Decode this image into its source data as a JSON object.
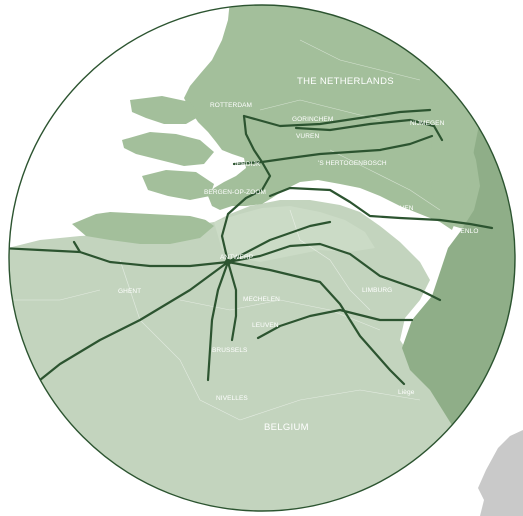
{
  "map": {
    "country_labels": {
      "netherlands": "THE NETHERLANDS",
      "belgium": "BELGIUM"
    },
    "city_labels": {
      "rotterdam": "ROTTERDAM",
      "gorinchem": "GORINCHEM",
      "vuren": "VUREN",
      "nijmegen": "NIJMEGEN",
      "moerdijk": "MOERDIJK",
      "shertogenbosch": "'S HERTOGENBOSCH",
      "bergen_op_zoom": "BERGEN-OP-ZOOM",
      "eindhoven": "EINDHOVEN",
      "venlo": "VENLO",
      "antwerp": "ANTWERP",
      "ghent": "GHENT",
      "mechelen": "MECHELEN",
      "limburg": "LIMBURG",
      "leuven": "LEUVEN",
      "brussels": "BRUSSELS",
      "nivelles": "NIVELLES",
      "liege": "Liège"
    },
    "colors": {
      "circle_bg": "#d2dfcd",
      "belgium_fill": "#bccfb7",
      "netherlands_fill": "#a7c29f",
      "germany_fill": "#8fac87",
      "ocean": "#ffffff",
      "network_line": "#2c5430",
      "circle_stroke": "#2c5430",
      "uk_fill": "#c9c9c9"
    }
  }
}
